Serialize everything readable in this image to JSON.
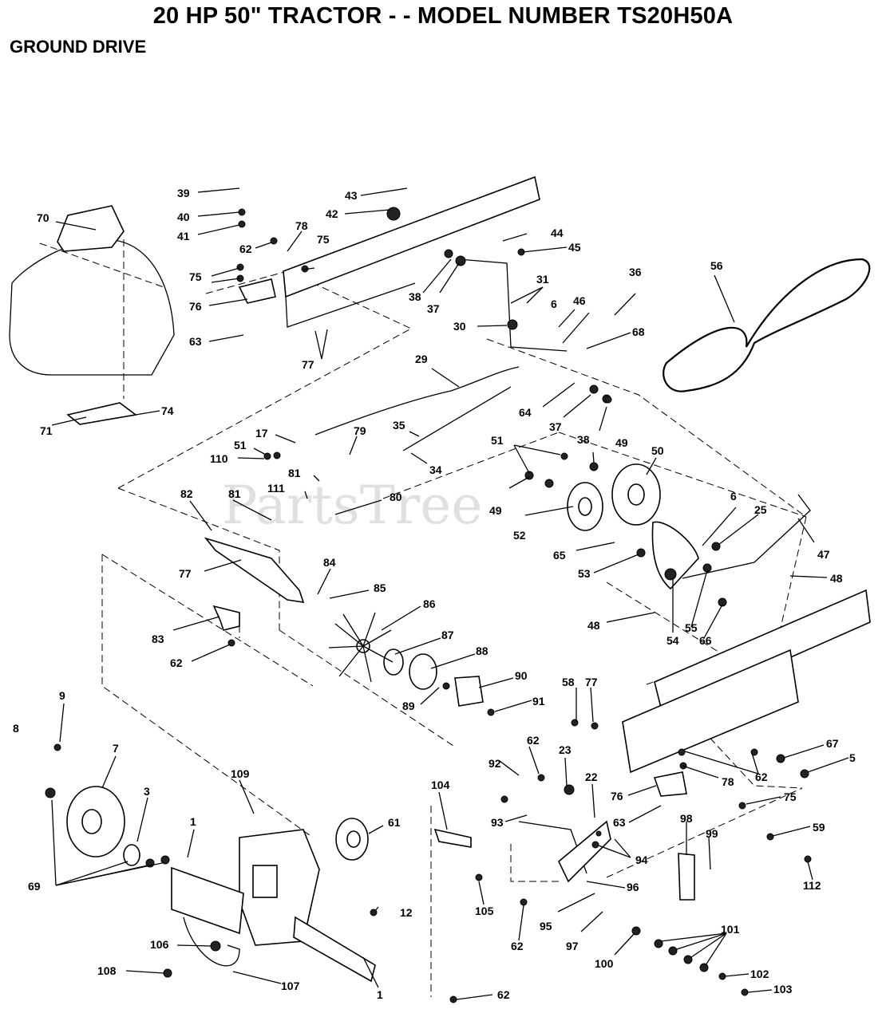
{
  "title": "20 HP 50\" TRACTOR - - MODEL NUMBER TS20H50A",
  "subtitle": "GROUND DRIVE",
  "watermark": "PartsTree",
  "callouts": [
    "1",
    "1",
    "3",
    "5",
    "6",
    "6",
    "7",
    "8",
    "9",
    "12",
    "17",
    "22",
    "23",
    "25",
    "29",
    "30",
    "31",
    "34",
    "35",
    "36",
    "37",
    "37",
    "38",
    "38",
    "39",
    "40",
    "41",
    "42",
    "43",
    "44",
    "45",
    "46",
    "47",
    "48",
    "48",
    "49",
    "49",
    "50",
    "51",
    "51",
    "52",
    "53",
    "54",
    "55",
    "56",
    "58",
    "59",
    "61",
    "62",
    "62",
    "62",
    "62",
    "62",
    "62",
    "63",
    "63",
    "64",
    "65",
    "66",
    "67",
    "68",
    "69",
    "70",
    "71",
    "74",
    "75",
    "75",
    "75",
    "76",
    "76",
    "77",
    "77",
    "77",
    "78",
    "78",
    "79",
    "80",
    "81",
    "81",
    "82",
    "83",
    "84",
    "85",
    "86",
    "87",
    "88",
    "89",
    "90",
    "91",
    "92",
    "93",
    "94",
    "95",
    "96",
    "97",
    "98",
    "99",
    "100",
    "101",
    "102",
    "103",
    "104",
    "105",
    "106",
    "107",
    "108",
    "109",
    "110",
    "111",
    "112"
  ]
}
